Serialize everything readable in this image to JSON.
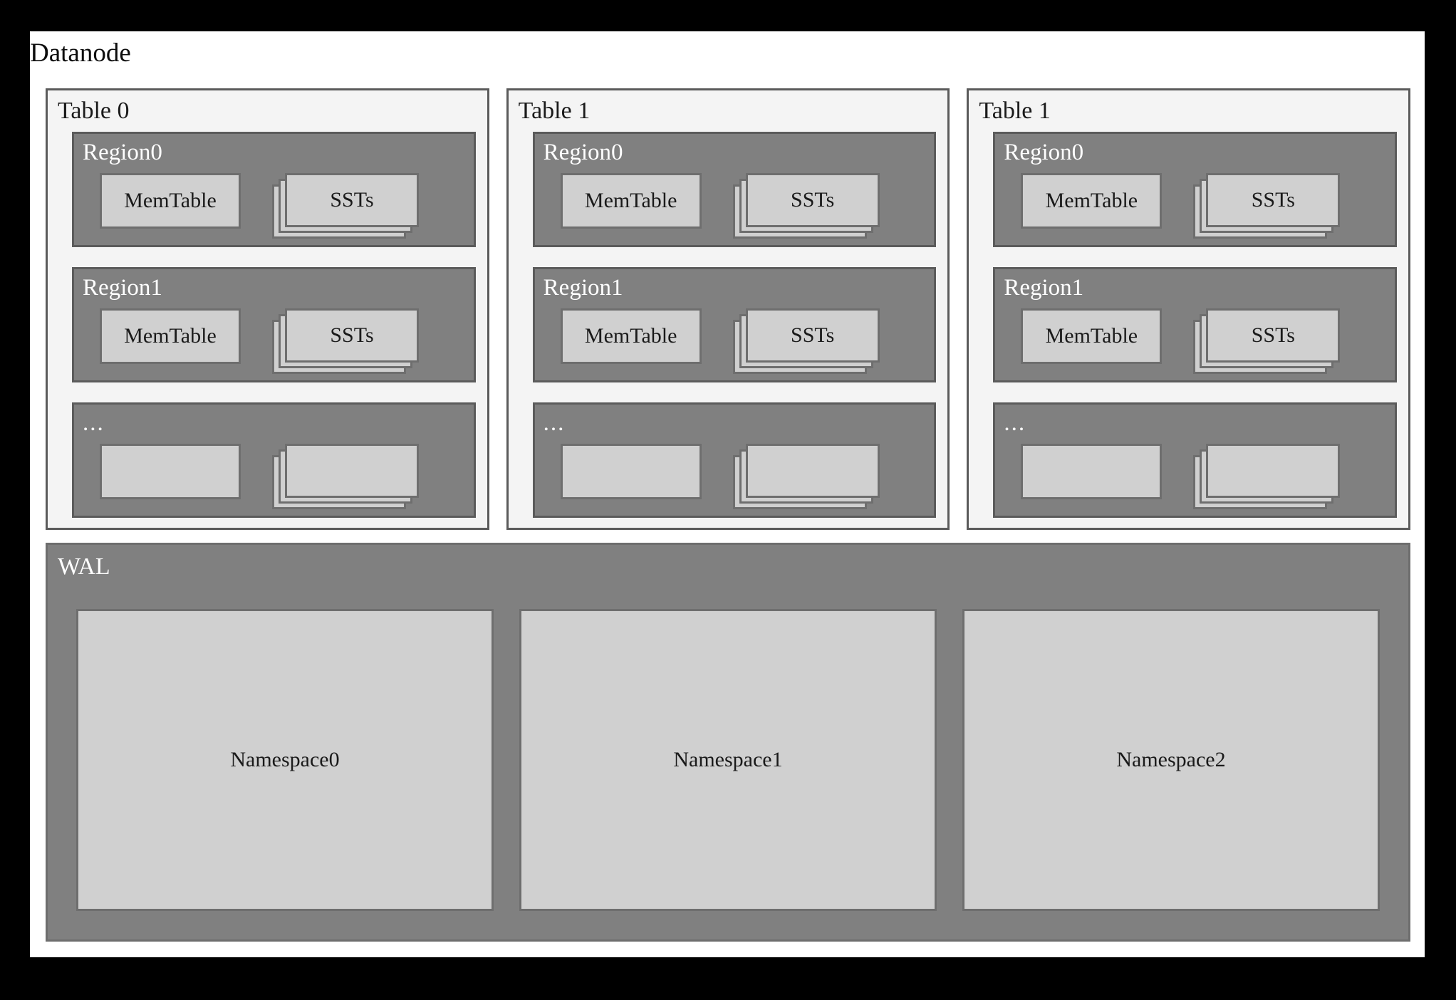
{
  "diagram": {
    "title": "Datanode",
    "colors": {
      "page_background": "#ffffff",
      "frame": "#000000",
      "table_fill": "#f4f4f4",
      "table_border": "#5b5b5b",
      "region_fill": "#808080",
      "region_border": "#5b5b5b",
      "box_fill": "#d0d0d0",
      "box_border": "#6e6e6e",
      "label_light": "#ffffff",
      "label_dark": "#1a1a1a"
    },
    "tables": [
      {
        "label": "Table 0",
        "regions": [
          {
            "label": "Region0",
            "is_ellipsis": false,
            "memtable_label": "MemTable",
            "ssts_label": "SSTs",
            "ssts_count": 3
          },
          {
            "label": "Region1",
            "is_ellipsis": false,
            "memtable_label": "MemTable",
            "ssts_label": "SSTs",
            "ssts_count": 3
          },
          {
            "label": "...",
            "is_ellipsis": true,
            "memtable_label": "",
            "ssts_label": "",
            "ssts_count": 3
          }
        ]
      },
      {
        "label": "Table 1",
        "regions": [
          {
            "label": "Region0",
            "is_ellipsis": false,
            "memtable_label": "MemTable",
            "ssts_label": "SSTs",
            "ssts_count": 3
          },
          {
            "label": "Region1",
            "is_ellipsis": false,
            "memtable_label": "MemTable",
            "ssts_label": "SSTs",
            "ssts_count": 3
          },
          {
            "label": "...",
            "is_ellipsis": true,
            "memtable_label": "",
            "ssts_label": "",
            "ssts_count": 3
          }
        ]
      },
      {
        "label": "Table 1",
        "regions": [
          {
            "label": "Region0",
            "is_ellipsis": false,
            "memtable_label": "MemTable",
            "ssts_label": "SSTs",
            "ssts_count": 3
          },
          {
            "label": "Region1",
            "is_ellipsis": false,
            "memtable_label": "MemTable",
            "ssts_label": "SSTs",
            "ssts_count": 3
          },
          {
            "label": "...",
            "is_ellipsis": true,
            "memtable_label": "",
            "ssts_label": "",
            "ssts_count": 3
          }
        ]
      }
    ],
    "wal": {
      "label": "WAL",
      "namespaces": [
        {
          "label": "Namespace0"
        },
        {
          "label": "Namespace1"
        },
        {
          "label": "Namespace2"
        }
      ]
    }
  }
}
